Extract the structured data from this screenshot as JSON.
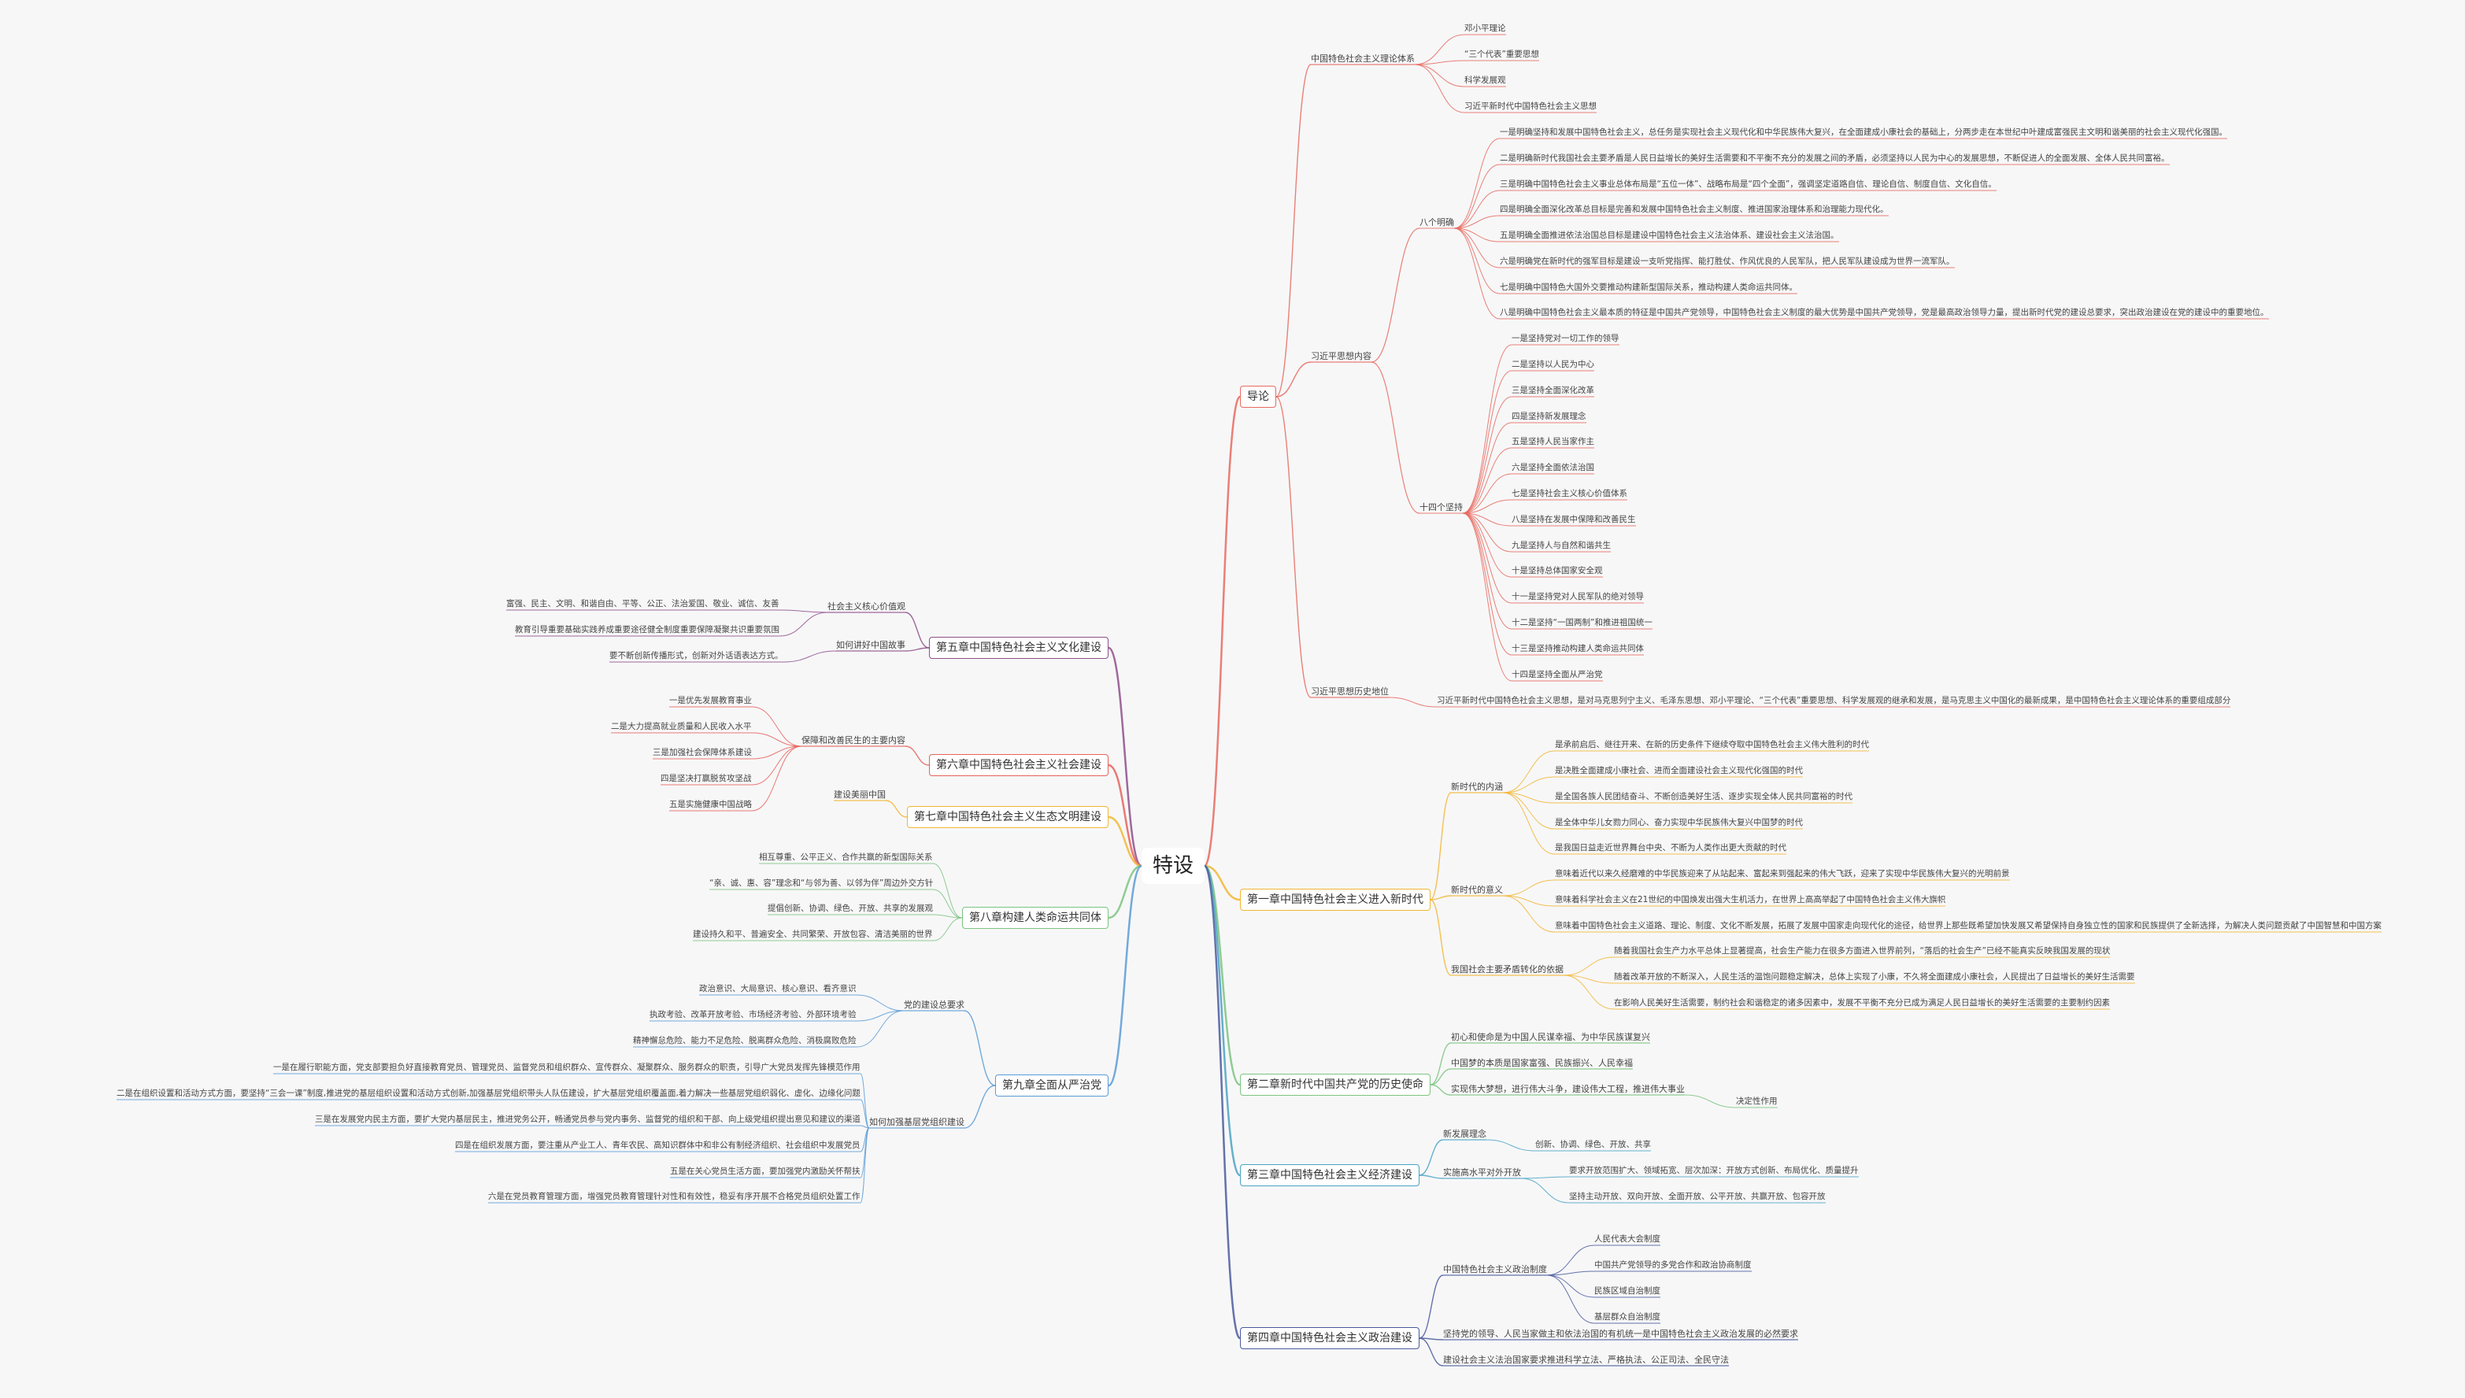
{
  "map": {
    "root": "特设",
    "right": [
      {
        "label": "导论",
        "color": "#e86a5f",
        "children": [
          {
            "label": "中国特色社会主义理论体系",
            "children": [
              "邓小平理论",
              "“三个代表”重要思想",
              "科学发展观",
              "习近平新时代中国特色社会主义思想"
            ]
          },
          {
            "label": "习近平思想内容",
            "children": [
              {
                "label": "八个明确",
                "children": [
                  "一是明确坚持和发展中国特色社会主义，总任务是实现社会主义现代化和中华民族伟大复兴，在全面建成小康社会的基础上，分两步走在本世纪中叶建成富强民主文明和谐美丽的社会主义现代化强国。",
                  "二是明确新时代我国社会主要矛盾是人民日益增长的美好生活需要和不平衡不充分的发展之间的矛盾，必须坚持以人民为中心的发展思想，不断促进人的全面发展、全体人民共同富裕。",
                  "三是明确中国特色社会主义事业总体布局是“五位一体”、战略布局是“四个全面”，强调坚定道路自信、理论自信、制度自信、文化自信。",
                  "四是明确全面深化改革总目标是完善和发展中国特色社会主义制度、推进国家治理体系和治理能力现代化。",
                  "五是明确全面推进依法治国总目标是建设中国特色社会主义法治体系、建设社会主义法治国。",
                  "六是明确党在新时代的强军目标是建设一支听党指挥、能打胜仗、作风优良的人民军队，把人民军队建设成为世界一流军队。",
                  "七是明确中国特色大国外交要推动构建新型国际关系，推动构建人类命运共同体。",
                  "八是明确中国特色社会主义最本质的特征是中国共产党领导，中国特色社会主义制度的最大优势是中国共产党领导，党是最高政治领导力量，提出新时代党的建设总要求，突出政治建设在党的建设中的重要地位。"
                ]
              },
              {
                "label": "十四个坚持",
                "children": [
                  "一是坚持党对一切工作的领导",
                  "二是坚持以人民为中心",
                  "三是坚持全面深化改革",
                  "四是坚持新发展理念",
                  "五是坚持人民当家作主",
                  "六是坚持全面依法治国",
                  "七是坚持社会主义核心价值体系",
                  "八是坚持在发展中保障和改善民生",
                  "九是坚持人与自然和谐共生",
                  "十是坚持总体国家安全观",
                  "十一是坚持党对人民军队的绝对领导",
                  "十二是坚持“一国两制”和推进祖国统一",
                  "十三是坚持推动构建人类命运共同体",
                  "十四是坚持全面从严治党"
                ]
              }
            ]
          },
          {
            "label": "习近平思想历史地位",
            "children": [
              "习近平新时代中国特色社会主义思想，是对马克思列宁主义、毛泽东思想、邓小平理论、“三个代表”重要思想、科学发展观的继承和发展，是马克思主义中国化的最新成果，是中国特色社会主义理论体系的重要组成部分"
            ]
          }
        ]
      },
      {
        "label": "第一章中国特色社会主义进入新时代",
        "color": "#f2b632",
        "children": [
          {
            "label": "新时代的内涵",
            "children": [
              "是承前启后、继往开来、在新的历史条件下继续夺取中国特色社会主义伟大胜利的时代",
              "是决胜全面建成小康社会、进而全面建设社会主义现代化强国的时代",
              "是全国各族人民团结奋斗、不断创造美好生活、逐步实现全体人民共同富裕的时代",
              "是全体中华儿女勠力同心、奋力实现中华民族伟大复兴中国梦的时代",
              "是我国日益走近世界舞台中央、不断为人类作出更大贡献的时代"
            ]
          },
          {
            "label": "新时代的意义",
            "children": [
              "意味着近代以来久经磨难的中华民族迎来了从站起来、富起来到强起来的伟大飞跃，迎来了实现中华民族伟大复兴的光明前景",
              "意味着科学社会主义在21世纪的中国焕发出强大生机活力，在世界上高高举起了中国特色社会主义伟大旗帜",
              "意味着中国特色社会主义道路、理论、制度、文化不断发展，拓展了发展中国家走向现代化的途径，给世界上那些既希望加快发展又希望保持自身独立性的国家和民族提供了全新选择，为解决人类问题贡献了中国智慧和中国方案"
            ]
          },
          {
            "label": "我国社会主要矛盾转化的依据",
            "children": [
              "随着我国社会生产力水平总体上显著提高，社会生产能力在很多方面进入世界前列，“落后的社会生产”已经不能真实反映我国发展的现状",
              "随着改革开放的不断深入，人民生活的温饱问题稳定解决，总体上实现了小康，不久将全面建成小康社会，人民提出了日益增长的美好生活需要",
              "在影响人民美好生活需要，制约社会和谐稳定的诸多因素中，发展不平衡不充分已成为满足人民日益增长的美好生活需要的主要制约因素"
            ]
          }
        ]
      },
      {
        "label": "第二章新时代中国共产党的历史使命",
        "color": "#7cc47f",
        "children": [
          {
            "label": "初心和使命是为中国人民谋幸福、为中华民族谋复兴",
            "children": []
          },
          {
            "label": "中国梦的本质是国家富强、民族振兴、人民幸福",
            "children": []
          },
          {
            "label": "实现伟大梦想，进行伟大斗争，建设伟大工程，推进伟大事业",
            "children": [
              "决定性作用"
            ]
          }
        ]
      },
      {
        "label": "第三章中国特色社会主义经济建设",
        "color": "#4aa3c2",
        "children": [
          {
            "label": "新发展理念",
            "children": [
              "创新、协调、绿色、开放、共享"
            ]
          },
          {
            "label": "实施高水平对外开放",
            "children": [
              "要求开放范围扩大、领域拓宽、层次加深：开放方式创新、布局优化、质量提升",
              "坚持主动开放、双向开放、全面开放、公平开放、共赢开放、包容开放"
            ]
          }
        ]
      },
      {
        "label": "第四章中国特色社会主义政治建设",
        "color": "#4a5a9c",
        "children": [
          {
            "label": "中国特色社会主义政治制度",
            "children": [
              "人民代表大会制度",
              "中国共产党领导的多党合作和政治协商制度",
              "民族区域自治制度",
              "基层群众自治制度"
            ]
          },
          {
            "label": "坚持党的领导、人民当家做主和依法治国的有机统一是中国特色社会主义政治发展的必然要求",
            "children": []
          },
          {
            "label": "建设社会主义法治国家要求推进科学立法、严格执法、公正司法、全民守法",
            "children": []
          }
        ]
      }
    ],
    "left": [
      {
        "label": "第五章中国特色社会主义文化建设",
        "color": "#8e4f8a",
        "children": [
          {
            "label": "社会主义核心价值观",
            "children": [
              "富强、民主、文明、和谐自由、平等、公正、法治爱国、敬业、诚信、友善",
              "教育引导重要基础实践养成重要途径健全制度重要保障凝聚共识重要氛围"
            ]
          },
          {
            "label": "如何讲好中国故事",
            "children": [
              "要不断创新传播形式，创新对外话语表达方式。"
            ]
          }
        ]
      },
      {
        "label": "第六章中国特色社会主义社会建设",
        "color": "#e8625a",
        "children": [
          {
            "label": "保障和改善民生的主要内容",
            "children": [
              "一是优先发展教育事业",
              "二是大力提高就业质量和人民收入水平",
              "三是加强社会保障体系建设",
              "四是坚决打赢脱贫攻坚战",
              "五是实施健康中国战略"
            ]
          }
        ]
      },
      {
        "label": "第七章中国特色社会主义生态文明建设",
        "color": "#f2b632",
        "children": [
          {
            "label": "建设美丽中国",
            "children": []
          }
        ]
      },
      {
        "label": "第八章构建人类命运共同体",
        "color": "#7cc47f",
        "children": [
          {
            "label": "",
            "children": [
              "相互尊重、公平正义、合作共赢的新型国际关系",
              "“亲、诚、惠、容”理念和“与邻为善、以邻为伴”周边外交方针",
              "提倡创新、协调、绿色、开放、共享的发展观",
              "建设持久和平、普遍安全、共同繁荣、开放包容、清洁美丽的世界"
            ]
          }
        ]
      },
      {
        "label": "第九章全面从严治党",
        "color": "#5b9bd5",
        "children": [
          {
            "label": "党的建设总要求",
            "children": [
              "政治意识、大局意识、核心意识、看齐意识",
              "执政考验、改革开放考验、市场经济考验、外部环境考验",
              "精神懈怠危险、能力不足危险、脱离群众危险、消极腐败危险"
            ]
          },
          {
            "label": "如何加强基层党组织建设",
            "children": [
              "一是在履行职能方面，党支部要担负好直接教育党员、管理党员、监督党员和组织群众、宣传群众、凝聚群众、服务群众的职责，引导广大党员发挥先锋模范作用",
              "二是在组织设置和活动方式方面，要坚持“三会一课”制度,推进党的基层组织设置和活动方式创新,加强基层党组织带头人队伍建设，扩大基层党组织覆盖面,着力解决一些基层党组织弱化、虚化、边缘化问题",
              "三是在发展党内民主方面，要扩大党内基层民主，推进党务公开，畅通党员参与党内事务、监督党的组织和干部、向上级党组织提出意见和建议的渠道",
              "四是在组织发展方面，要注重从产业工人、青年农民、高知识群体中和非公有制经济组织、社会组织中发展党员",
              "五是在关心党员生活方面，要加强党内激励关怀帮扶",
              "六是在党员教育管理方面，增强党员教育管理针对性和有效性，稳妥有序开展不合格党员组织处置工作"
            ]
          }
        ]
      }
    ]
  }
}
